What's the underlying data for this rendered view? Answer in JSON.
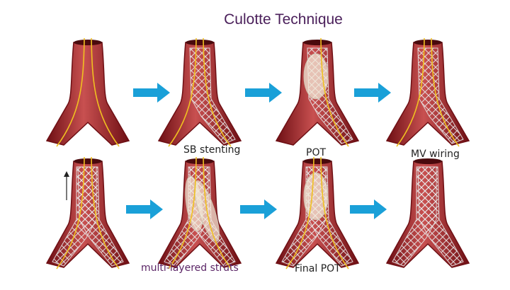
{
  "title": "Culotte Technique",
  "labels": {
    "sb_stenting": "SB stenting",
    "pot": "POT",
    "mv_wiring": "MV wiring",
    "multi_layered": "multi-layered struts",
    "final_pot": "Final POT"
  },
  "colors": {
    "vessel_dark": "#6e0f14",
    "vessel_mid": "#a0262a",
    "vessel_light": "#c85050",
    "wire": "#f0c020",
    "stent": "#e8e8e8",
    "balloon": "#f2ead8",
    "arrow": "#1aa0d8",
    "title": "#4a1f5a",
    "label_purple": "#5b2566"
  },
  "steps": [
    {
      "row": 1,
      "col": 1,
      "stent_main": false,
      "stent_side": false,
      "balloon": "none",
      "wires": 2
    },
    {
      "row": 1,
      "col": 2,
      "stent_main": false,
      "stent_side": true,
      "balloon": "none",
      "wires": 2
    },
    {
      "row": 1,
      "col": 3,
      "stent_main": false,
      "stent_side": true,
      "balloon": "proximal",
      "wires": 1
    },
    {
      "row": 1,
      "col": 4,
      "stent_main": false,
      "stent_side": true,
      "balloon": "none",
      "wires": 2
    },
    {
      "row": 2,
      "col": 1,
      "stent_main": true,
      "stent_side": true,
      "balloon": "none",
      "wires": 2
    },
    {
      "row": 2,
      "col": 2,
      "stent_main": true,
      "stent_side": true,
      "balloon": "kissing",
      "wires": 2
    },
    {
      "row": 2,
      "col": 3,
      "stent_main": true,
      "stent_side": true,
      "balloon": "proximal",
      "wires": 2
    },
    {
      "row": 2,
      "col": 4,
      "stent_main": true,
      "stent_side": true,
      "balloon": "none",
      "wires": 0
    }
  ],
  "arrow_count": 6
}
